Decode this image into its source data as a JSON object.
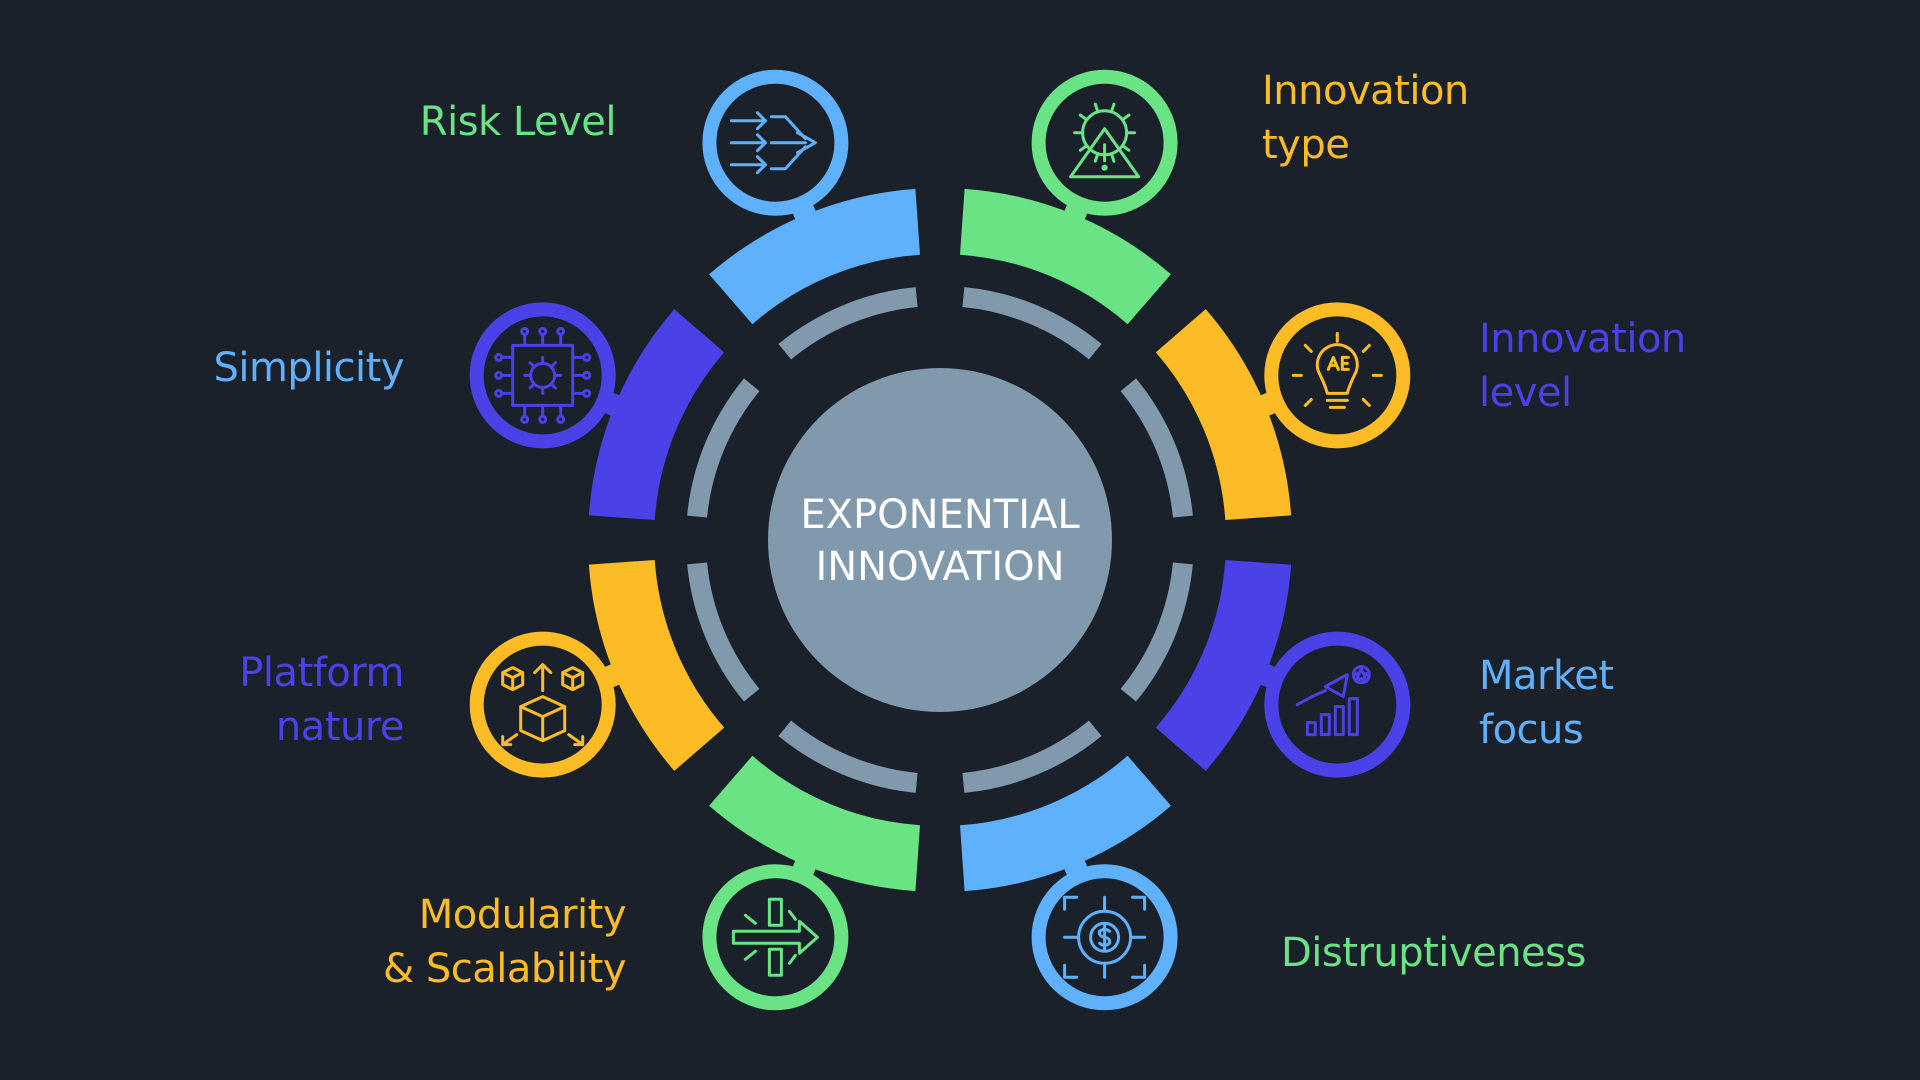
{
  "center": {
    "line1": "EXPONENTIAL",
    "line2": "INNOVATION"
  },
  "colors": {
    "background": "#1a212b",
    "green": "#69e383",
    "yellow": "#fbbc25",
    "indigo": "#4a42e6",
    "sky": "#5fb1fb",
    "slate": "#8199ac"
  },
  "segments": [
    {
      "id": "risk-level",
      "label": "Risk Level",
      "color": "green",
      "icon": "gear-warning-icon"
    },
    {
      "id": "innovation-type",
      "label": "Innovation\ntype",
      "color": "yellow",
      "icon": "idea-bulb-icon"
    },
    {
      "id": "innovation-level",
      "label": "Innovation\nlevel",
      "color": "indigo",
      "icon": "rocket-growth-icon"
    },
    {
      "id": "market-focus",
      "label": "Market\nfocus",
      "color": "sky",
      "icon": "dollar-target-icon"
    },
    {
      "id": "distruptiveness",
      "label": "Distruptiveness",
      "color": "green",
      "icon": "arrow-breakthrough-icon"
    },
    {
      "id": "modularity-scalability",
      "label": "Modularity\n& Scalability",
      "color": "yellow",
      "icon": "cube-modules-icon"
    },
    {
      "id": "platform-nature",
      "label": "Platform\nnature",
      "color": "indigo",
      "icon": "circuit-chip-icon"
    },
    {
      "id": "simplicity",
      "label": "Simplicity",
      "color": "sky",
      "icon": "merge-arrows-icon"
    }
  ]
}
